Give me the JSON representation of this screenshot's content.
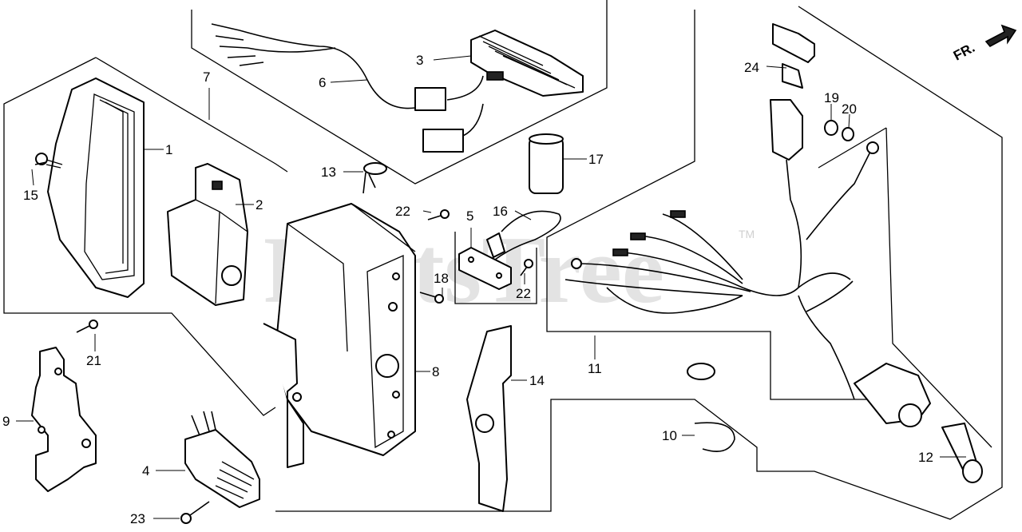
{
  "watermark": {
    "text": "PartsTree",
    "trademark": "TM"
  },
  "direction_label": "FR.",
  "callouts": {
    "c1": "1",
    "c2": "2",
    "c3": "3",
    "c4": "4",
    "c5": "5",
    "c6": "6",
    "c7": "7",
    "c8": "8",
    "c9": "9",
    "c10": "10",
    "c11": "11",
    "c12": "12",
    "c13": "13",
    "c14": "14",
    "c15": "15",
    "c16": "16",
    "c17": "17",
    "c18": "18",
    "c19": "19",
    "c20": "20",
    "c21": "21",
    "c22a": "22",
    "c22b": "22",
    "c23": "23",
    "c24": "24"
  }
}
